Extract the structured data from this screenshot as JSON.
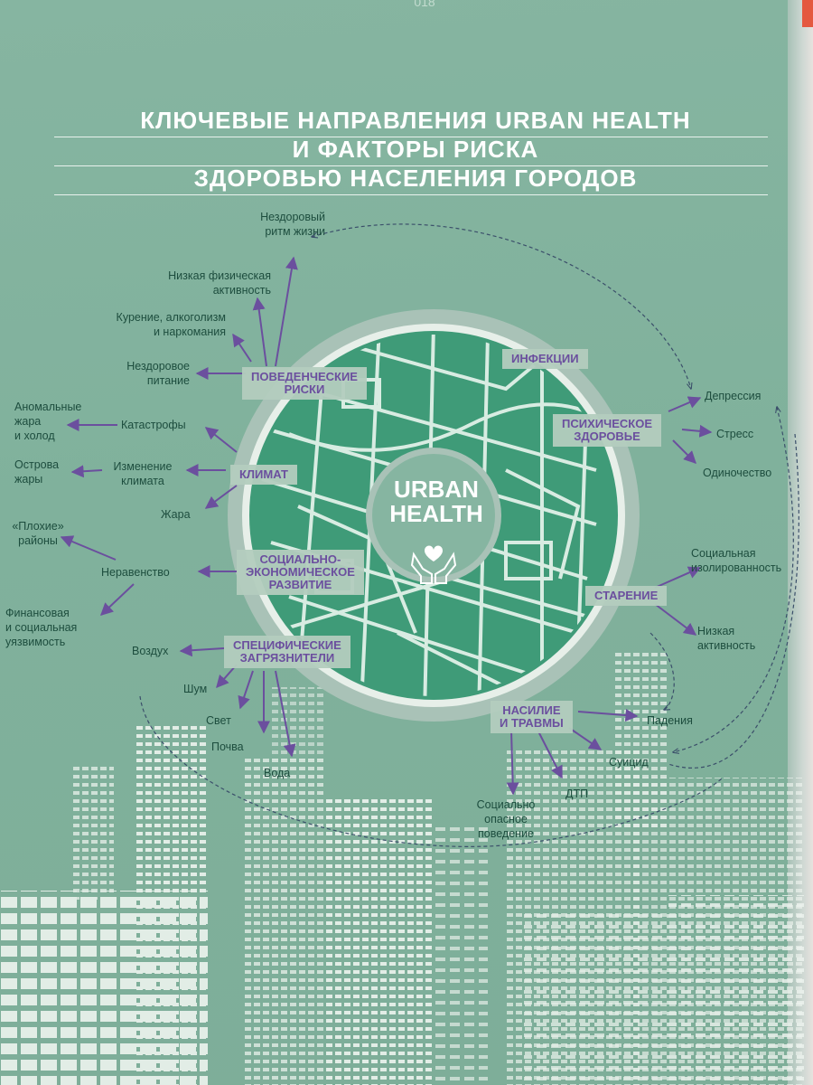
{
  "page_number": "018",
  "title": {
    "line1": "КЛЮЧЕВЫЕ НАПРАВЛЕНИЯ URBAN HEALTH",
    "line2": "И ФАКТОРЫ РИСКА",
    "line3": "ЗДОРОВЬЮ НАСЕЛЕНИЯ ГОРОДОВ"
  },
  "center": {
    "line1": "URBAN",
    "line2": "HEALTH",
    "icon": "hands-heart-icon"
  },
  "categories": {
    "behavioral": "ПОВЕДЕНЧЕСКИЕ\nРИСКИ",
    "infections": "ИНФЕКЦИИ",
    "mental": "ПСИХИЧЕСКОЕ\nЗДОРОВЬЕ",
    "climate": "КЛИМАТ",
    "socioeconomic": "СОЦИАЛЬНО-\nЭКОНОМИЧЕСКОЕ\nРАЗВИТИЕ",
    "aging": "СТАРЕНИЕ",
    "pollutants": "СПЕЦИФИЧЕСКИЕ\nЗАГРЯЗНИТЕЛИ",
    "violence": "НАСИЛИЕ\nИ ТРАВМЫ"
  },
  "factors": {
    "unhealthy_rhythm": "Нездоровый\nритм жизни",
    "low_physical": "Низкая физическая\nактивность",
    "smoking": "Курение, алкоголизм\nи наркомания",
    "unhealthy_food": "Нездоровое\nпитание",
    "abnormal_heat": "Аномальные\nжара\nи холод",
    "catastrophes": "Катастрофы",
    "heat_islands": "Острова\nжары",
    "climate_change": "Изменение\nклимата",
    "heat": "Жара",
    "bad_districts": "«Плохие»\nрайоны",
    "inequality": "Неравенство",
    "financial": "Финансовая\nи социальная\nуязвимость",
    "air": "Воздух",
    "noise": "Шум",
    "light": "Свет",
    "soil": "Почва",
    "water": "Вода",
    "depression": "Депрессия",
    "stress": "Стресс",
    "loneliness": "Одиночество",
    "social_isolation": "Социальная\nизолированность",
    "low_activity": "Низкая\nактивность",
    "falls": "Падения",
    "suicide": "Суицид",
    "road_accidents": "ДТП",
    "dangerous_behavior": "Социально\nопасное\nповедение"
  },
  "colors": {
    "background": "#80b19c",
    "accent": "#6b4f9e",
    "circle_inner": "#3f9b78",
    "text": "#1d4d3e"
  }
}
